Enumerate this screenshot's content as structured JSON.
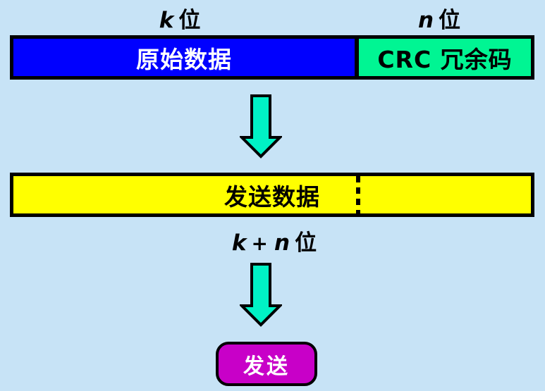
{
  "colors": {
    "background": "#C7E3F6",
    "original_data_fill": "#0000FF",
    "original_data_text": "#FFFFFF",
    "crc_fill": "#00F593",
    "crc_text": "#000000",
    "send_bar_fill": "#FFFF00",
    "send_bar_text": "#000000",
    "arrow_fill": "#00F2C5",
    "arrow_stroke": "#000000",
    "button_fill": "#C800C8",
    "button_text": "#FFFFFF",
    "border": "#000000"
  },
  "labels": {
    "k_bits": {
      "variable": "k",
      "unit": "位"
    },
    "n_bits": {
      "variable": "n",
      "unit": "位"
    },
    "k_plus_n_bits": {
      "left": "k",
      "plus": "+",
      "right": "n",
      "unit": "位"
    }
  },
  "top_bar": {
    "original_data_label": "原始数据",
    "crc_label": "CRC 冗余码"
  },
  "send_bar": {
    "label": "发送数据"
  },
  "send_button": {
    "label": "发送"
  }
}
